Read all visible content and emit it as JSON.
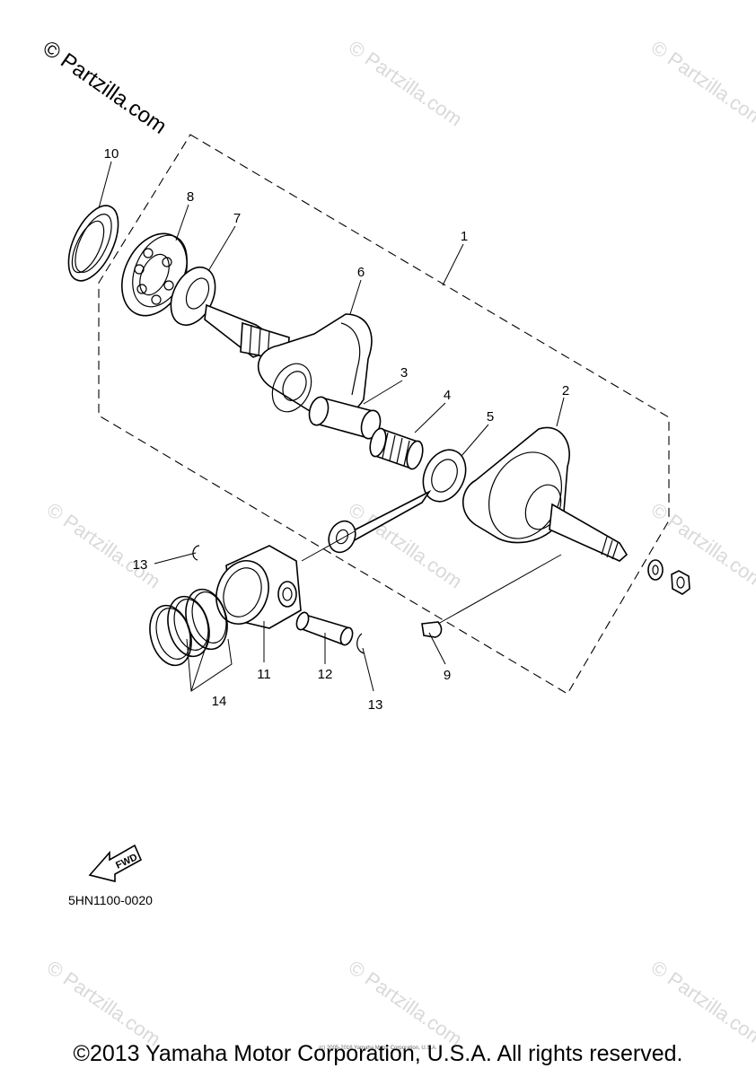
{
  "watermark": {
    "main": "© Partzilla.com",
    "faint": "© Partzilla.com"
  },
  "callouts": [
    "1",
    "2",
    "3",
    "4",
    "5",
    "6",
    "7",
    "8",
    "9",
    "10",
    "11",
    "12",
    "13",
    "13",
    "14"
  ],
  "diagram_code": "5HN1100-0020",
  "fwd_label": "FWD",
  "small_copyright": "(c) 2005-2016 Yamaha Motor Corporation, U.S.A.",
  "footer": "©2013 Yamaha Motor Corporation, U.S.A. All rights reserved."
}
